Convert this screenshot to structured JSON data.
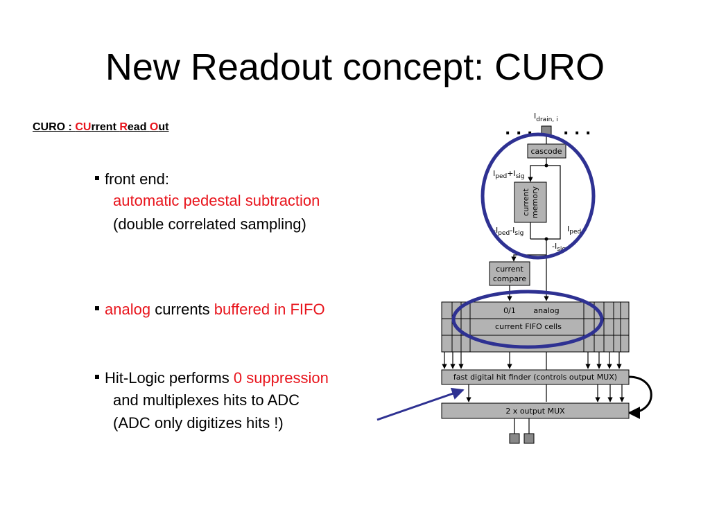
{
  "title": "New Readout concept: CURO",
  "subtitle": {
    "prefix": "CURO : ",
    "cu": "CU",
    "rrent": "rrent ",
    "r": "R",
    "ead": "ead ",
    "o": "O",
    "ut": "ut"
  },
  "bullets": {
    "front_end": {
      "label": "front end:",
      "line1": "automatic pedestal subtraction",
      "line2": "(double correlated sampling)"
    },
    "analog": {
      "part1": "analog",
      "part2": " currents ",
      "part3": "buffered in FIFO"
    },
    "hit_logic": {
      "part1": "Hit-Logic performs ",
      "part2": "0 suppression",
      "line2": "and multiplexes hits to ADC",
      "line3": "(ADC only digitizes hits !)"
    }
  },
  "diagram": {
    "idrain_base": "I",
    "idrain_sub": "drain, i",
    "dots_left": ". . .",
    "dots_right": ". . .",
    "cascode": "cascode",
    "iped_isig_a": "I",
    "iped_isig_b": "ped",
    "iped_isig_c": "+I",
    "iped_isig_d": "sig",
    "current_memory_1": "current",
    "current_memory_2": "memory",
    "niped_a": "-I",
    "niped_b": "ped",
    "niped_c": "-I",
    "niped_d": "sig",
    "iped_a": "I",
    "iped_b": "ped",
    "nisig_a": "-I",
    "nisig_b": "sig",
    "compare_1": "current",
    "compare_2": "compare",
    "fifo_01": "0/1",
    "fifo_analog": "analog",
    "fifo_cells": "current FIFO cells",
    "hit_finder": "fast digital hit finder  (controls output MUX)",
    "output_mux": "2 x output MUX",
    "highlight_color": "#2e3192"
  }
}
